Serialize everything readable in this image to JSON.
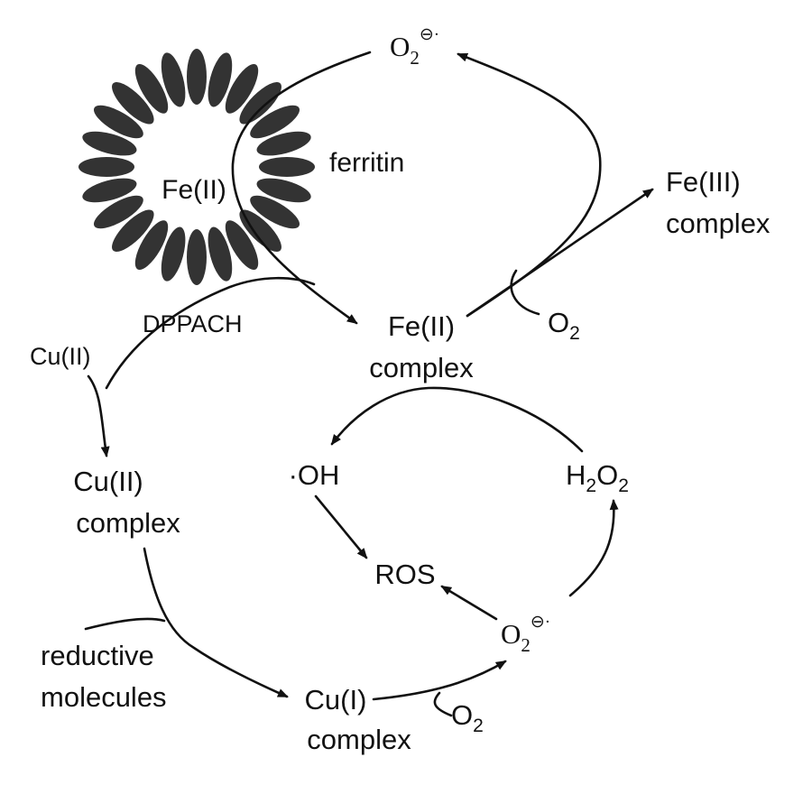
{
  "labels": {
    "ferritin": "ferritin",
    "fe2_in_ferritin": "Fe(II)",
    "o2_superoxide_top": {
      "base": "O",
      "sub": "2",
      "sup": "⊖·"
    },
    "fe3_complex_line1": "Fe(III)",
    "fe3_complex_line2": "complex",
    "dppach": "DPPACH",
    "fe2_complex_line1": "Fe(II)",
    "fe2_complex_line2": "complex",
    "o2_fe": {
      "base": "O",
      "sub": "2"
    },
    "cu2": "Cu(II)",
    "cu2_complex_line1": "Cu(II)",
    "cu2_complex_line2": "complex",
    "hydroxyl": "·OH",
    "h2o2": {
      "a": "H",
      "sub1": "2",
      "b": "O",
      "sub2": "2"
    },
    "ros": "ROS",
    "o2_superoxide_bottom": {
      "base": "O",
      "sub": "2",
      "sup": "⊖·"
    },
    "reductive_line1": "reductive",
    "reductive_line2": "molecules",
    "cu1_complex_line1": "Cu(I)",
    "cu1_complex_line2": "complex",
    "o2_cu": {
      "base": "O",
      "sub": "2"
    }
  },
  "colors": {
    "ink": "#111111",
    "ferritin_petal": "#333333",
    "background": "#ffffff"
  }
}
